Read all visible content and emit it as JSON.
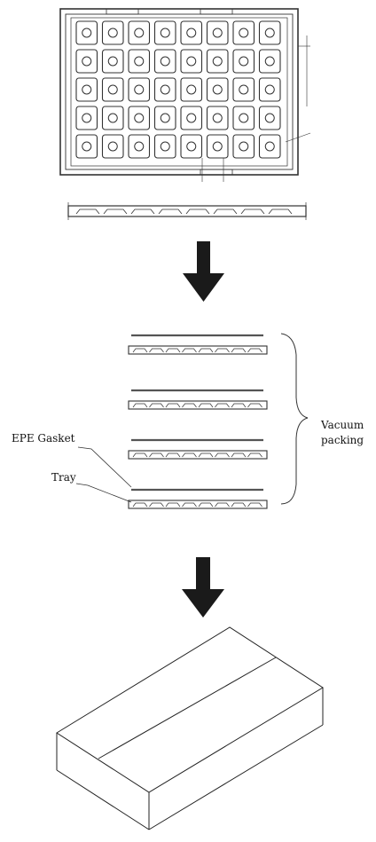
{
  "labels": {
    "vacuum_line1": "Vacuum",
    "vacuum_line2": "packing",
    "epe_gasket": "EPE Gasket",
    "tray": "Tray"
  },
  "tray_grid": {
    "columns": 8,
    "rows": 5
  },
  "stack": {
    "layers": 4
  },
  "colors": {
    "line": "#333333",
    "arrow": "#1a1a1a",
    "background": "#ffffff"
  },
  "icons": [
    "arrow-down-icon",
    "arrow-down-icon"
  ]
}
